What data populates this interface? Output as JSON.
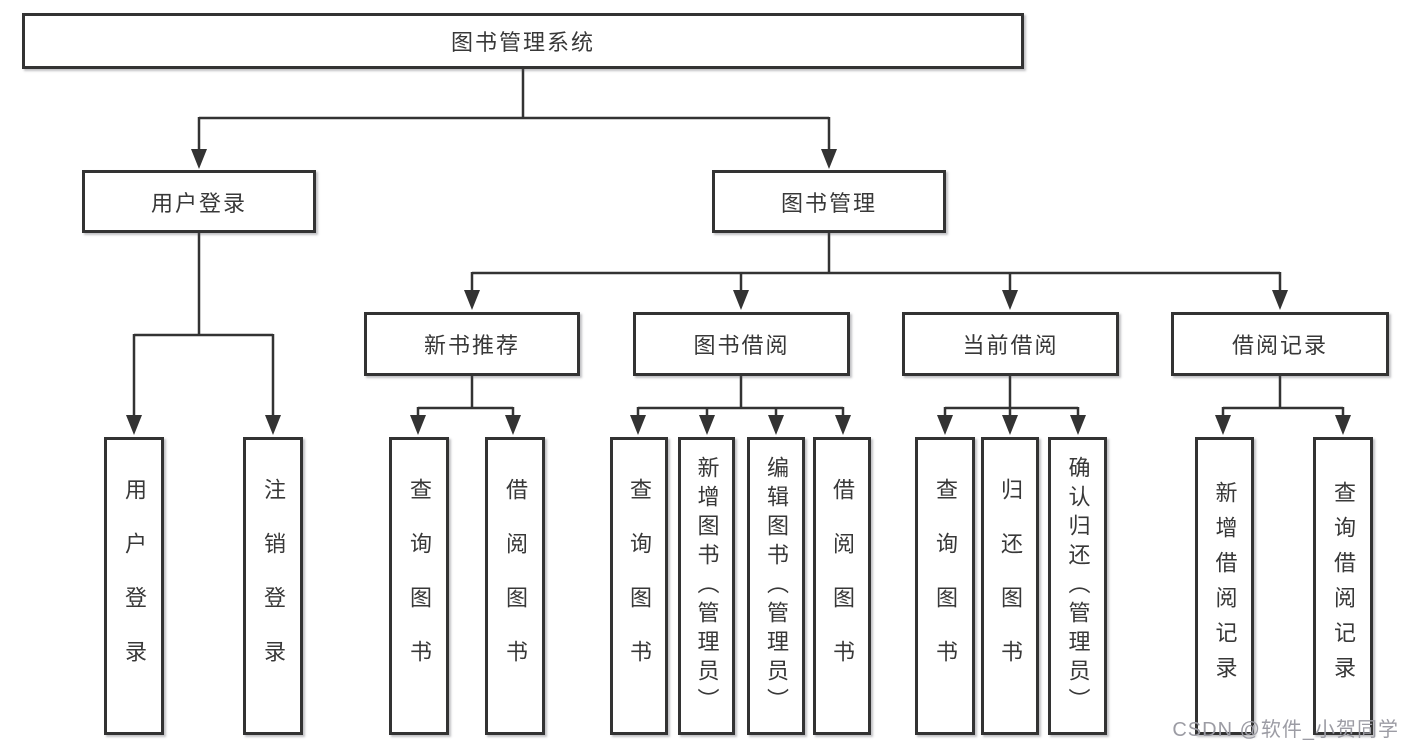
{
  "diagram": {
    "type": "tree",
    "background_color": "#ffffff",
    "line_color": "#333333",
    "box_border_color": "#333333",
    "text_color": "#383838",
    "tree": {
      "label": "图书管理系统",
      "children": [
        {
          "label": "用户登录",
          "children": [
            {
              "label": "用户登录"
            },
            {
              "label": "注销登录"
            }
          ]
        },
        {
          "label": "图书管理",
          "children": [
            {
              "label": "新书推荐",
              "children": [
                {
                  "label": "查询图书"
                },
                {
                  "label": "借阅图书"
                }
              ]
            },
            {
              "label": "图书借阅",
              "children": [
                {
                  "label": "查询图书"
                },
                {
                  "label": "新增图书（管理员）"
                },
                {
                  "label": "编辑图书（管理员）"
                },
                {
                  "label": "借阅图书"
                }
              ]
            },
            {
              "label": "当前借阅",
              "children": [
                {
                  "label": "查询图书"
                },
                {
                  "label": "归还图书"
                },
                {
                  "label": "确认归还（管理员）"
                }
              ]
            },
            {
              "label": "借阅记录",
              "children": [
                {
                  "label": "新增借阅记录"
                },
                {
                  "label": "查询借阅记录"
                }
              ]
            }
          ]
        }
      ]
    }
  },
  "watermark": {
    "text": "CSDN @软件_小贺同学",
    "color": "#9c9ca4"
  }
}
